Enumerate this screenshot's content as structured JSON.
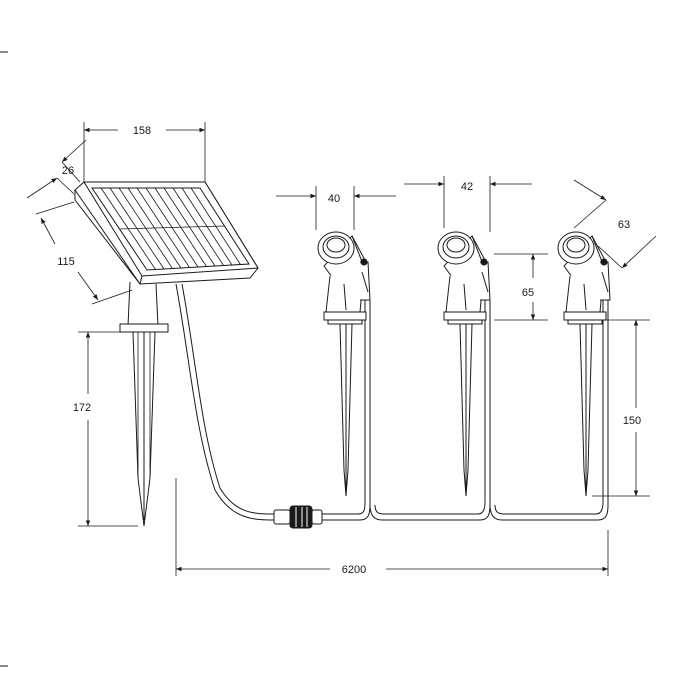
{
  "dimensions": {
    "panel_width": "158",
    "panel_thickness": "26",
    "panel_depth": "115",
    "stake_length": "172",
    "light_width_1": "40",
    "light_width_2": "42",
    "light_head_height": "65",
    "light_head_diameter": "63",
    "light_stake_length": "150",
    "cable_length": "6200"
  },
  "colors": {
    "line": "#1a1a1a",
    "background": "#ffffff"
  }
}
